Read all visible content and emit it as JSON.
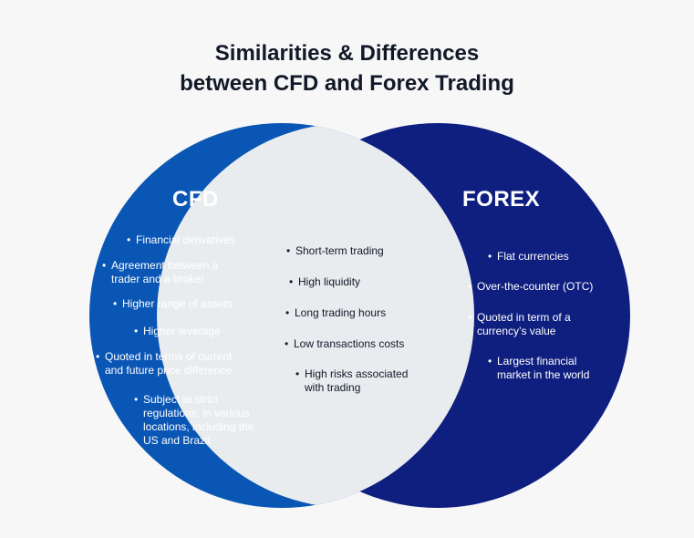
{
  "title": {
    "line1": "Similarities & Differences",
    "line2": "between CFD and Forex Trading"
  },
  "colors": {
    "background": "#f7f7f8",
    "cfd_circle": "#0a56b4",
    "forex_circle": "#0f1f7f",
    "overlap": "#e9ecef"
  },
  "cfd": {
    "heading": "CFD",
    "items": [
      {
        "lines": [
          "Financial derivatives"
        ]
      },
      {
        "lines": [
          "Agreement between a",
          "trader and a broker"
        ]
      },
      {
        "lines": [
          "Higher range of assets"
        ]
      },
      {
        "lines": [
          "Higher leverage"
        ]
      },
      {
        "lines": [
          "Quoted in terms of current",
          "and future price difference"
        ]
      },
      {
        "lines": [
          "Subject to strict",
          "regulations, in various",
          "locations, including the",
          "US and Brazil"
        ]
      }
    ]
  },
  "common": {
    "items": [
      {
        "lines": [
          "Short-term trading"
        ]
      },
      {
        "lines": [
          "High liquidity"
        ]
      },
      {
        "lines": [
          "Long trading hours"
        ]
      },
      {
        "lines": [
          "Low transactions costs"
        ]
      },
      {
        "lines": [
          "High risks associated",
          "with trading"
        ]
      }
    ]
  },
  "forex": {
    "heading": "FOREX",
    "items": [
      {
        "lines": [
          "Flat currencies"
        ]
      },
      {
        "lines": [
          "Over-the-counter (OTC)"
        ]
      },
      {
        "lines": [
          "Quoted in term of a",
          "currency’s value"
        ]
      },
      {
        "lines": [
          "Largest financial",
          "market in the world"
        ]
      }
    ]
  }
}
